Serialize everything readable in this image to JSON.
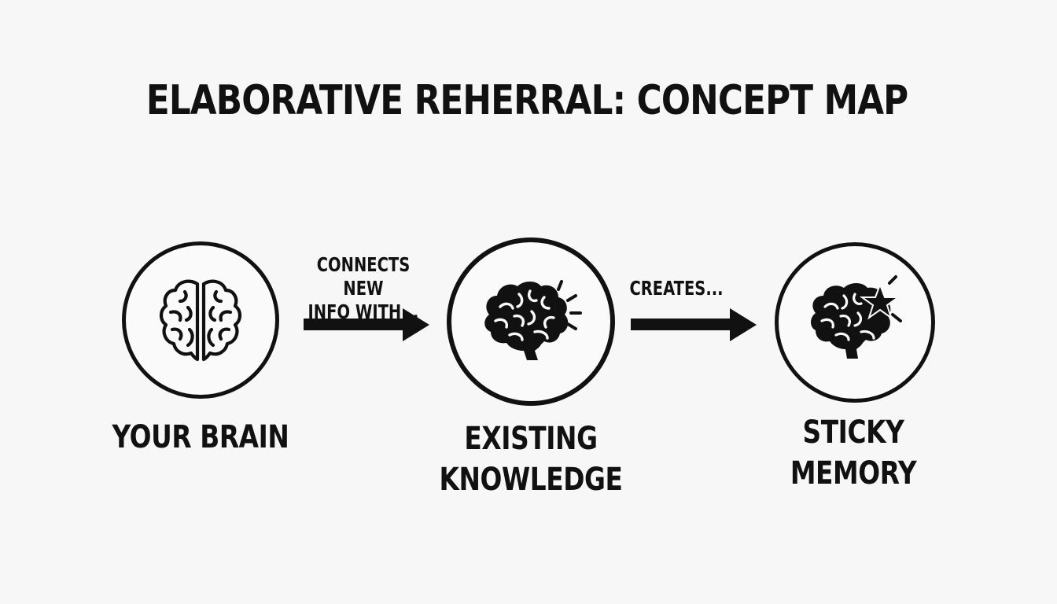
{
  "title": "ELABORATIVE REHERRAL: CONCEPT MAP",
  "nodes": [
    {
      "label": "YOUR BRAIN",
      "icon": "brain-hemispheres-icon"
    },
    {
      "label": "EXISTING\nKNOWLEDGE",
      "icon": "brain-spark-icon"
    },
    {
      "label": "STICKY\nMEMORY",
      "icon": "brain-star-icon"
    }
  ],
  "edges": [
    {
      "label": "CONNECTS NEW\nINFO WITH...",
      "icon": "arrow-right-icon"
    },
    {
      "label": "CREATES...",
      "icon": "arrow-right-icon"
    }
  ],
  "colors": {
    "ink": "#111111",
    "background": "#f7f7f7"
  }
}
